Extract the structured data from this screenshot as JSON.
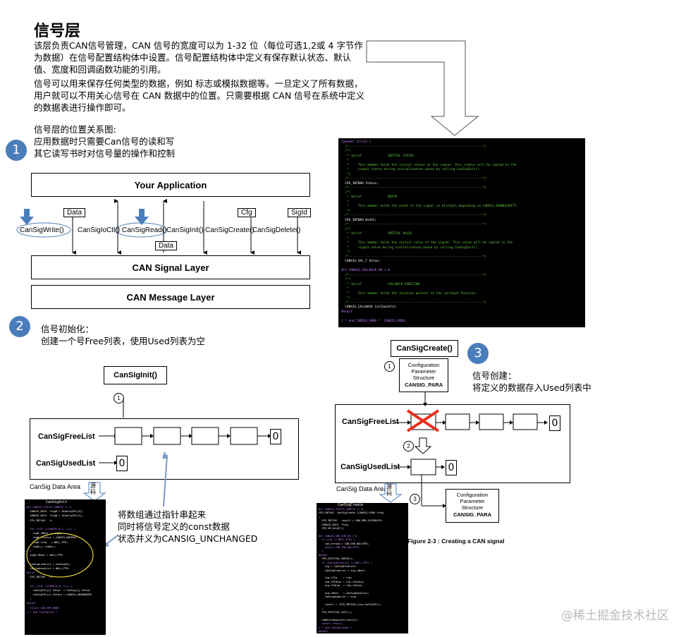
{
  "title": "信号层",
  "intro": {
    "p1": "该层负责CAN信号管理，CAN 信号的宽度可以为 1-32 位（每位可选1,2或 4 字节作为数据）在信号配置结构体中设置。信号配置结构体中定义有保存默认状态、默认值、宽度和回调函数功能的引用。",
    "p2": "信号可以用来保存任何类型的数据，例如 标志或模拟数据等。一旦定义了所有数据，用户就可以不用关心信号在 CAN 数据中的位置。只需要根据 CAN 信号在系统中定义的数据表进行操作即可。"
  },
  "section1": {
    "badge": "1",
    "caption": "信号层的位置关系图:",
    "lines": [
      "应用数据时只需要Can信号的读和写",
      "其它读写书时对信号量的操作和控制"
    ]
  },
  "diagram1": {
    "app_layer": "Your Application",
    "signal_layer": "CAN Signal Layer",
    "message_layer": "CAN Message Layer",
    "funcs": [
      "CanSigWrite()",
      "CanSigIoCtl()",
      "CanSigRead()",
      "CanSigInit()",
      "CanSigCreate()",
      "CanSigDelete()"
    ],
    "tags": [
      "Data",
      "Data",
      "Cfg",
      "SigId"
    ]
  },
  "section2": {
    "badge": "2",
    "lines": [
      "信号初始化：",
      "创建一个号Free列表，使用Used列表为空"
    ]
  },
  "diagram2": {
    "init_box": "CanSigInit()",
    "step": "1",
    "free_list": "CanSigFreeList",
    "used_list": "CanSigUsedList",
    "zero": "0",
    "area": "CanSig Data Area",
    "src_arrow": "源码"
  },
  "note2": [
    "将数组通过指针串起来",
    "同时将信号定义的const数据",
    "状态并义为CANSIG_UNCHANGED"
  ],
  "section3": {
    "badge": "3",
    "lines": [
      "信号创建：",
      "将定义的数据存入Used列表中"
    ]
  },
  "diagram3": {
    "create_box": "CanSigCreate()",
    "config_lines": [
      "Configuration",
      "Parameter",
      "Structure"
    ],
    "config_name": "CANSIG_PARA",
    "steps": [
      "1",
      "2",
      "3"
    ],
    "free_list": "CanSigFreeList",
    "used_list": "CanSigUsedList",
    "zero": "0",
    "area": "CanSig Data Area",
    "src_arrow": "源码",
    "figure_caption": "Figure 2-3 : Creating a CAN signal"
  },
  "code_struct": {
    "lines": [
      "typedef struct {",
      "  /*------------------------------------------------------------------------*/",
      "  /*!",
      "   * \\brief              INITIAL STATUS",
      "   *",
      "   *     This member holds the initial status of the signal. This status will be copied to the",
      "   *     signal status during initialization phase by calling CanSigInit().",
      "   */",
      "  /*------------------------------------------------------------------------*/",
      "  CPU_INT08U Status;",
      "  /*------------------------------------------------------------------------*/",
      "  /*!",
      "   * \\brief              WIDTH",
      "   *",
      "   *     This member holds the width of the signal in bit/byte depending on CANSIG_GRANULARITY.",
      "   */",
      "  /*------------------------------------------------------------------------*/",
      "  CPU_INT08U Width;",
      "  /*------------------------------------------------------------------------*/",
      "  /*!",
      "   * \\brief              INITIAL VALUE",
      "   *",
      "   *     This member holds the initial value of the signal. This value will be copied to the",
      "   *     signal value during initialization phase by calling CanSigInit().",
      "   */",
      "  /*------------------------------------------------------------------------*/",
      "  CANSIG_VAL_T Value;",
      "",
      "#if CANSIG_CALLBACK_EN > 0",
      "  /*------------------------------------------------------------------------*/",
      "  /*!",
      "   * \\brief              CALLBACK FUNCTION",
      "   *",
      "   *     This member holds the function pointer to the callback function.",
      "   */",
      "  /*------------------------------------------------------------------------*/",
      "  CANSIG_CALLBACK Callbackfct;",
      "#endif",
      "",
      "} * end CANSIG_PARA *  CANSIG_PARA;"
    ]
  },
  "code_init": {
    "header": "CanSigInit",
    "lines": [
      "#if CANSIG_STATIC_CONFIG == 0",
      "  CANSIG_DATA  *sigD = &CanSigTbl[0];",
      "  CANSIG_DATA  *sigN = &CanSigTbl[1];",
      "  CPU_INT16U   i;",
      "",
      "  for (i=0; i<CANSIG_N-1; i++) {",
      "    sigD->Next  = sigN;",
      "    sigD->Status = CANSIG_UNUSED;",
      "    sigD->Cfg   = NULL_PTR;",
      "    sigD++; sigN++;",
      "  }",
      "  sigD->Next = NULL_PTR;",
      "",
      "  CanSigFreeList = CanSigTbl;",
      "  CanSigUsedList = NULL_PTR;",
      "#else",
      "  CPU_INT16U   i;",
      "",
      "  for (i=0; i<CANSIG_N; i++) {",
      "    CanSigTbl[i].Value  = CanSig[i].Value;",
      "    CanSigTbl[i].Status = CANSIG_UNCHANGED;",
      "  }",
      "#endif",
      "  return CAN_ERR_NONE;",
      "} * end CanSigInit *"
    ]
  },
  "code_create": {
    "header": "CanSigCreate",
    "lines": [
      "#if CANSIG_STATIC_CONFIG == 0",
      "CPU_INT16S  CanSigCreate (CANSIG_PARA *cfg)",
      "{",
      "  CPU_INT16S   result = CAN_ERR_SIGCREATE;",
      "  CANSIG_DATA  *sig;",
      "  CPU_SR_ALLOC();",
      "",
      "#if CANSIG_ARG_CHK_EN > 0",
      "  if (cfg == NULL_PTR) {",
      "    can_errnum = CAN_ERR_NULLPTR;",
      "    return CAN_ERR_NULLPTR;",
      "  }",
      "#endif",
      "  CPU_CRITICAL_ENTER();",
      "  if (CanSigFreeList != NULL_PTR) {",
      "    sig = CanSigFreeList;",
      "    CanSigFreeList = sig->Next;",
      "",
      "    sig->Cfg    = cfg;",
      "    sig->Status = cfg->Status;",
      "    sig->Value  = cfg->Value;",
      "",
      "    sig->Next   = CanSigUsedList;",
      "    CanSigUsedList = sig;",
      "",
      "    result = (CPU_INT16S)(sig-CanSigTbl);",
      "  }",
      "  CPU_CRITICAL_EXIT();",
      "",
      "  CANEvtrRegister(result);",
      "  return result;",
      "} * end CanSigCreate *",
      "#endif"
    ]
  },
  "watermark": "@稀土掘金技术社区"
}
